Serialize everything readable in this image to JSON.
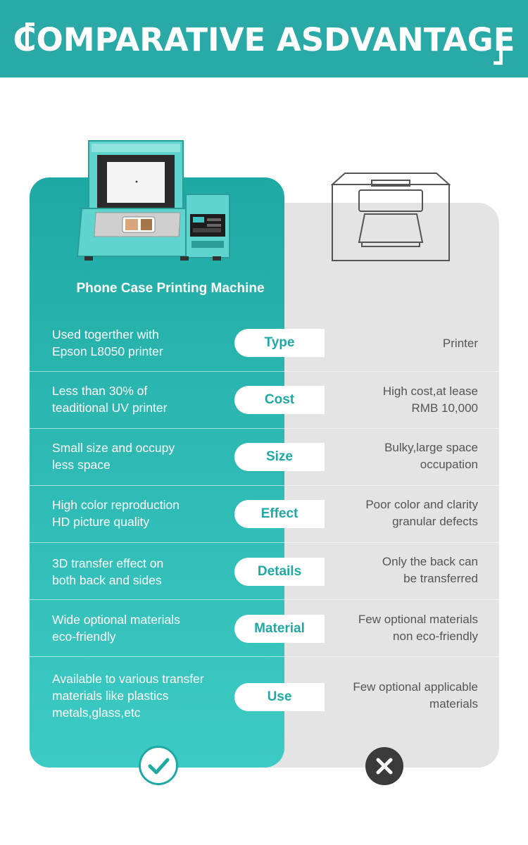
{
  "header": {
    "title": "COMPARATIVE ASDVANTAGE"
  },
  "product": {
    "title": "Phone Case Printing Machine"
  },
  "rows": [
    {
      "label": "Type",
      "left": "Used togerther with\nEpson L8050 printer",
      "right": "Printer"
    },
    {
      "label": "Cost",
      "left": "Less than 30% of\nteaditional UV printer",
      "right": "High cost,at lease\nRMB 10,000"
    },
    {
      "label": "Size",
      "left": "Small size and occupy\nless space",
      "right": "Bulky,large space\noccupation"
    },
    {
      "label": "Effect",
      "left": "High color reproduction\nHD picture quality",
      "right": "Poor color and clarity\ngranular defects"
    },
    {
      "label": "Details",
      "left": "3D transfer effect on\nboth back and sides",
      "right": "Only the back can\nbe transferred"
    },
    {
      "label": "Material",
      "left": "Wide optional materials\neco-friendly",
      "right": "Few optional materials\nnon eco-friendly"
    },
    {
      "label": "Use",
      "left": "Available to various transfer\nmaterials like plastics\nmetals,glass,etc",
      "right": "Few optional applicable\nmaterials"
    }
  ],
  "icons": {
    "yes": "check-icon",
    "no": "x-icon",
    "machine": "machine-image",
    "printer": "printer-outline-icon"
  },
  "colors": {
    "teal": "#2aaaa6",
    "gray_panel": "#e4e4e4",
    "dark": "#3b3b3b"
  }
}
